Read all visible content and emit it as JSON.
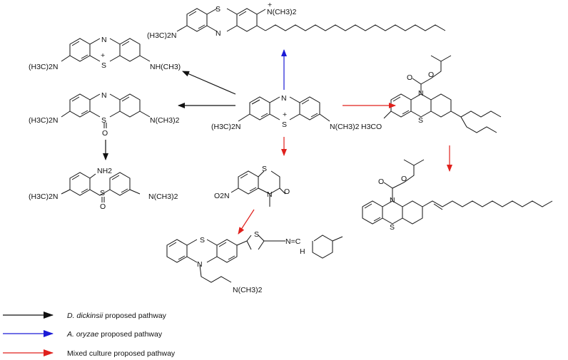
{
  "arrow_colors": {
    "black": "#111111",
    "blue": "#1b1bd6",
    "red": "#e0201c"
  },
  "labels": {
    "center": {
      "left": "(H3C)2N",
      "right": "N(CH3)2"
    },
    "top": {
      "left": "(H3C)2N",
      "right": "N(CH3)2"
    },
    "azure": {
      "left": "(H3C)2N",
      "right": "NH(CH3)"
    },
    "sulfoxide": {
      "left": "(H3C)2N",
      "right": "N(CH3)2",
      "o": "O"
    },
    "sulfoxide_open": {
      "left": "(H3C)2N",
      "right": "N(CH3)2",
      "nh2": "NH2",
      "o": "O"
    },
    "nitro": {
      "no2": "O2N",
      "o": "O"
    },
    "boc_amine": {
      "meo": "H3CO",
      "o": "O"
    },
    "boc_alkenyl": {
      "o": "O"
    },
    "thiadiazole": {
      "amine": "N(CH3)2",
      "imine": "N=C",
      "h": "H"
    }
  },
  "atoms": {
    "N": "N",
    "S": "S",
    "O": "O",
    "plus": "+"
  },
  "legend": [
    {
      "italic": "D. dickinsii",
      "rest": " proposed pathway",
      "color": "#111111"
    },
    {
      "italic": "A. oryzae",
      "rest": " proposed pathway",
      "color": "#1b1bd6"
    },
    {
      "italic": "",
      "rest": "Mixed culture proposed pathway",
      "color": "#e0201c"
    }
  ]
}
